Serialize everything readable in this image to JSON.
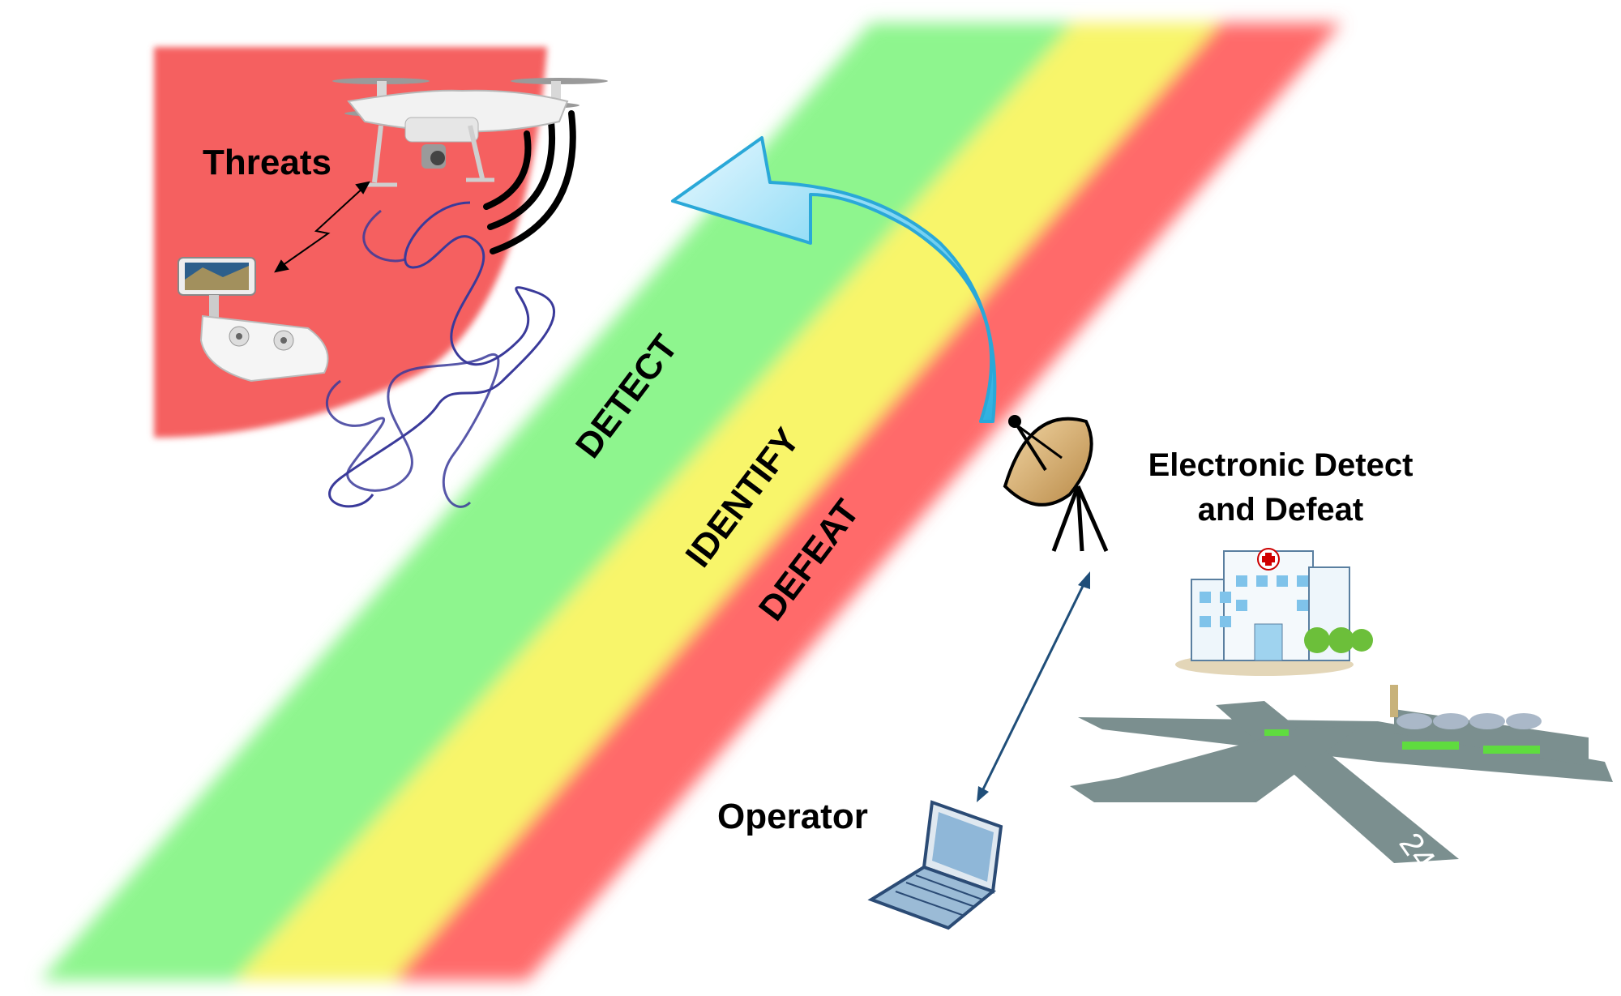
{
  "labels": {
    "threats": "Threats",
    "detect": "DETECT",
    "identify": "IDENTIFY",
    "defeat": "DEFEAT",
    "electronic_line1": "Electronic Detect",
    "electronic_line2": "and Defeat",
    "operator": "Operator",
    "runway_number": "24"
  },
  "zones": [
    {
      "name": "detect",
      "color": "#8ef58e"
    },
    {
      "name": "identify",
      "color": "#f8f56a"
    },
    {
      "name": "defeat",
      "color": "#ff6b6b"
    }
  ],
  "threat_zone_color": "#f56060",
  "signal_color": "#3a3a9a",
  "arrow_color": "#5fc9ee",
  "link_color": "#1f4e79"
}
